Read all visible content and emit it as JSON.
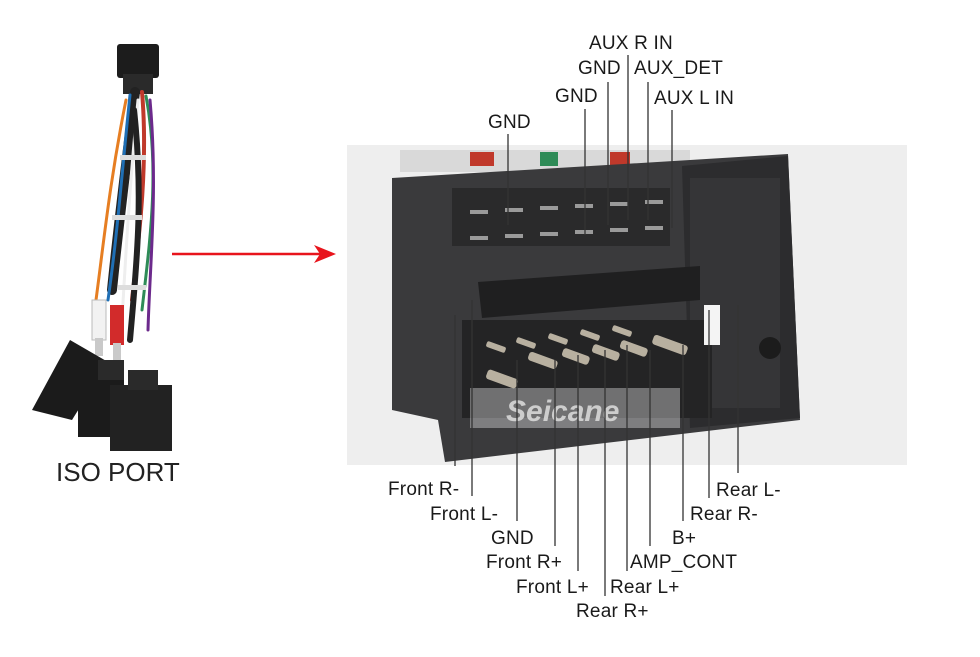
{
  "title": "ISO PORT",
  "watermark": "Seicane",
  "colors": {
    "arrow": "#e8141c",
    "leader": "#333333",
    "connector": "#3a3a3c",
    "photo_bg": "#eeeeee"
  },
  "top_labels": [
    "AUX R IN",
    "GND",
    "AUX_DET",
    "GND",
    "AUX L IN",
    "GND"
  ],
  "bottom_labels": [
    "Front R-",
    "Front L-",
    "GND",
    "Front R+",
    "Front L+",
    "Rear R+",
    "Rear L+",
    "AMP_CONT",
    "B+",
    "Rear R-",
    "Rear L-"
  ]
}
